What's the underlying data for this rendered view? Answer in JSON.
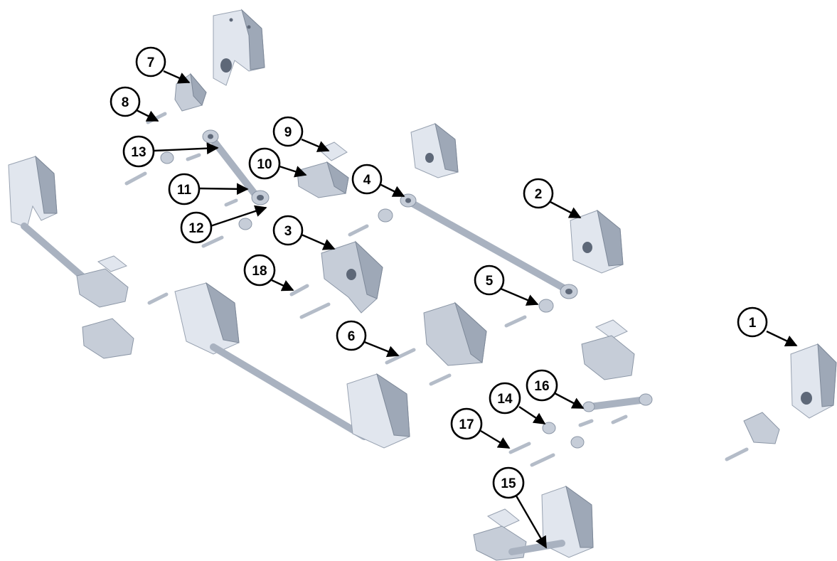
{
  "diagram": {
    "callouts": [
      {
        "label": "1"
      },
      {
        "label": "2"
      },
      {
        "label": "3"
      },
      {
        "label": "4"
      },
      {
        "label": "5"
      },
      {
        "label": "6"
      },
      {
        "label": "7"
      },
      {
        "label": "8"
      },
      {
        "label": "9"
      },
      {
        "label": "10"
      },
      {
        "label": "11"
      },
      {
        "label": "12"
      },
      {
        "label": "13"
      },
      {
        "label": "14"
      },
      {
        "label": "15"
      },
      {
        "label": "16"
      },
      {
        "label": "17"
      },
      {
        "label": "18"
      }
    ]
  },
  "colors": {
    "part_fill": "#c6cdd8",
    "part_shadow": "#9ea8b7",
    "outline": "#000000",
    "background": "#ffffff"
  }
}
